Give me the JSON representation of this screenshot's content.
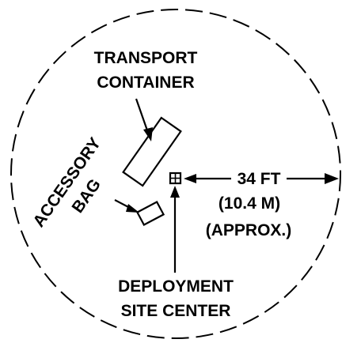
{
  "labels": {
    "transport_container": [
      "TRANSPORT",
      "CONTAINER"
    ],
    "accessory_bag": [
      "ACCESSORY",
      "BAG"
    ],
    "distance": [
      "34 FT",
      "(10.4 M)",
      "(APPROX.)"
    ],
    "deployment_site_center": [
      "DEPLOYMENT",
      "SITE CENTER"
    ]
  },
  "colors": {
    "ink": "#000000",
    "background": "#ffffff"
  }
}
